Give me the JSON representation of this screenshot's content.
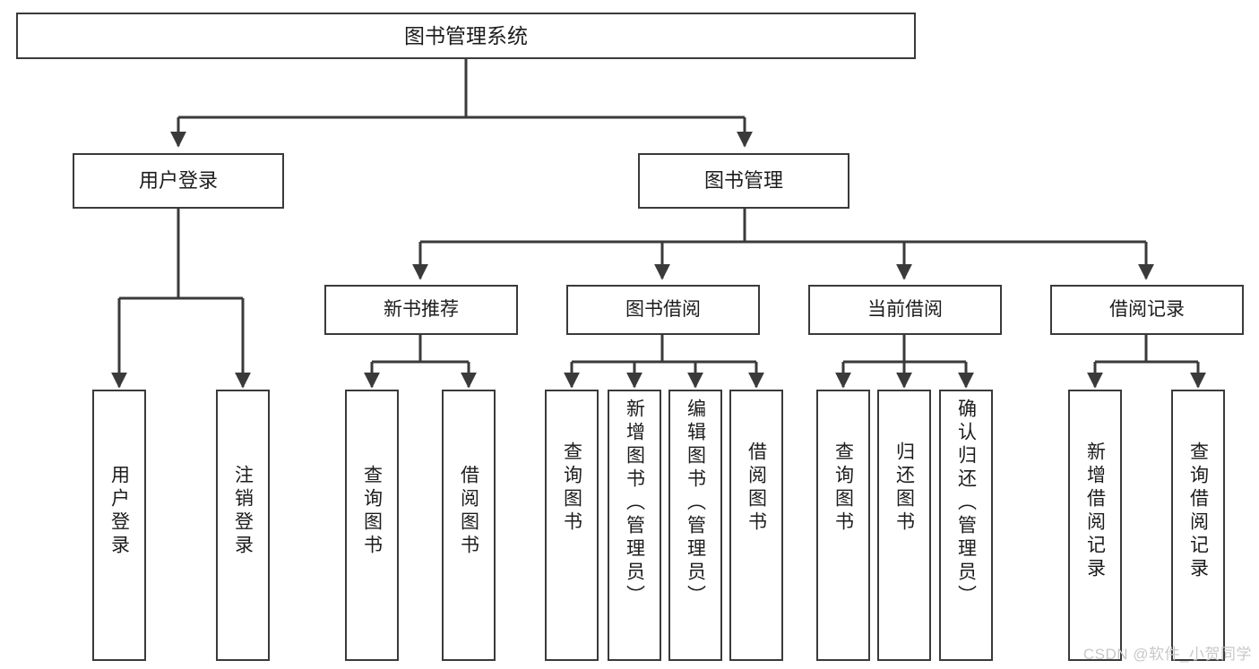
{
  "diagram": {
    "title": "图书管理系统",
    "type": "tree-hierarchy",
    "background_color": "#ffffff",
    "line_color": "#3a3a3a",
    "text_color": "#1c1c1c"
  },
  "nodes": {
    "root": {
      "label": "图书管理系统"
    },
    "level2": [
      {
        "label": "用户登录"
      },
      {
        "label": "图书管理"
      }
    ],
    "level3": [
      {
        "label": "新书推荐"
      },
      {
        "label": "图书借阅"
      },
      {
        "label": "当前借阅"
      },
      {
        "label": "借阅记录"
      }
    ],
    "leaves": {
      "user_login": [
        {
          "label": "用户登录"
        },
        {
          "label": "注销登录"
        }
      ],
      "new_book_recommend": [
        {
          "label": "查询图书"
        },
        {
          "label": "借阅图书"
        }
      ],
      "book_borrow": [
        {
          "label": "查询图书"
        },
        {
          "label": "新增图书（管理员）"
        },
        {
          "label": "编辑图书（管理员）"
        },
        {
          "label": "借阅图书"
        }
      ],
      "current_borrow": [
        {
          "label": "查询图书"
        },
        {
          "label": "归还图书"
        },
        {
          "label": "确认归还（管理员）"
        }
      ],
      "borrow_record": [
        {
          "label": "新增借阅记录"
        },
        {
          "label": "查询借阅记录"
        }
      ]
    }
  },
  "watermark": {
    "text": "CSDN @软件_小贺同学"
  }
}
